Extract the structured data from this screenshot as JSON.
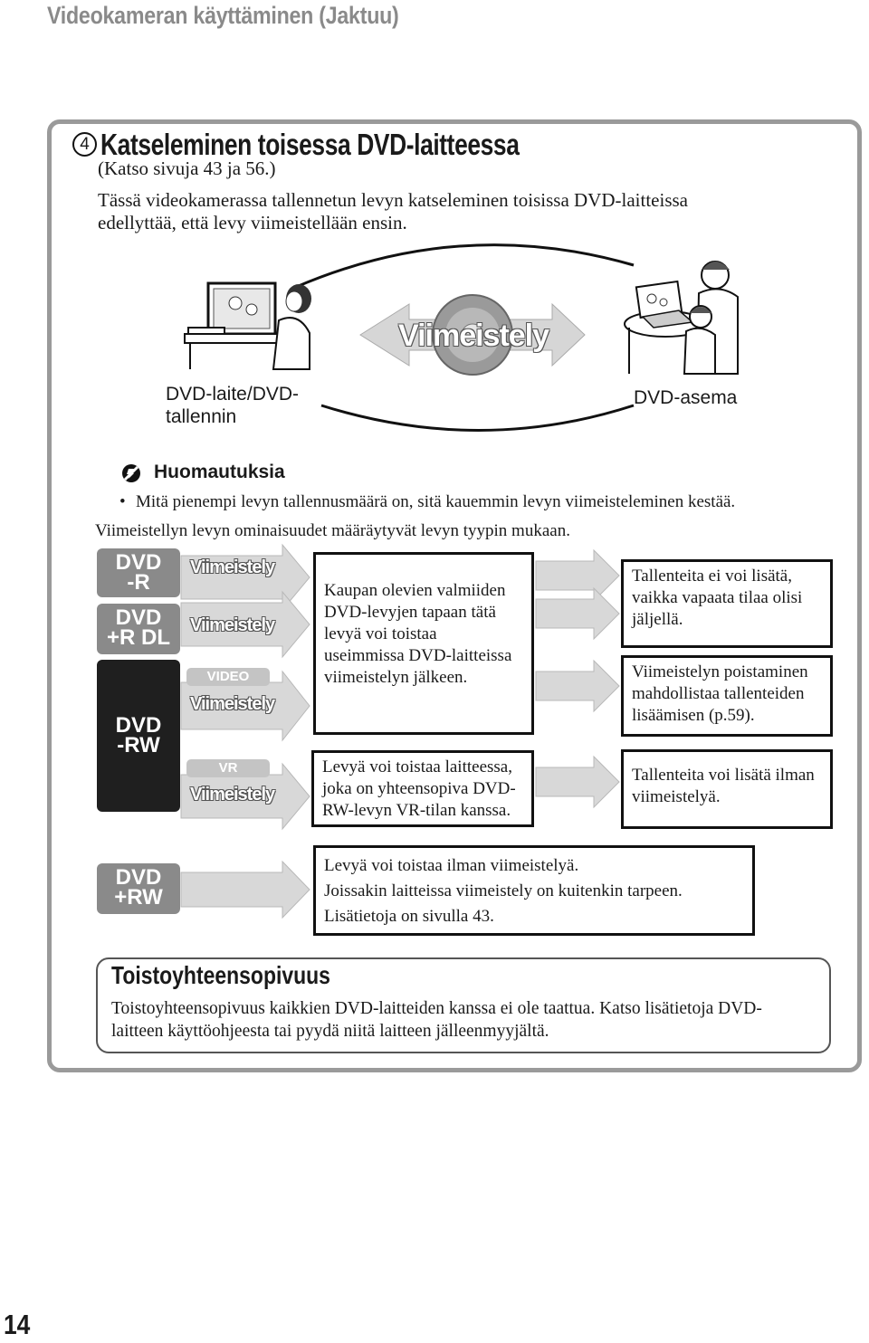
{
  "header": {
    "title": "Videokameran käyttäminen (Jaktuu)"
  },
  "section": {
    "number": "4",
    "title": "Katseleminen toisessa DVD-laitteessa",
    "reference": "(Katso sivuja 43 ja 56.)",
    "intro_line1": "Tässä videokamerassa tallennetun levyn katseleminen toisissa DVD-laitteissa",
    "intro_line2": "edellyttää, että levy viimeistellään ensin."
  },
  "illustration": {
    "finalize_label": "Viimeistely",
    "left_device_line1": "DVD-laite/DVD-",
    "left_device_line2": "tallennin",
    "right_device": "DVD-asema"
  },
  "notes": {
    "heading": "Huomautuksia",
    "bullet": "•",
    "item1": "Mitä pienempi levyn tallennusmäärä on, sitä kauemmin levyn viimeisteleminen kestää."
  },
  "properties_intro": "Viimeistellyn levyn ominaisuudet määräytyvät levyn tyypin mukaan.",
  "discs": {
    "dvd_r": {
      "line1": "DVD",
      "line2": "-R"
    },
    "dvd_r_dl": {
      "line1": "DVD",
      "line2": "+R DL"
    },
    "dvd_rw": {
      "line1": "DVD",
      "line2": "-RW"
    },
    "dvd_plus_rw": {
      "line1": "DVD",
      "line2": "+RW"
    }
  },
  "flow": {
    "finalize": "Viimeistely",
    "mode_video": "VIDEO",
    "mode_vr": "VR",
    "box_playable": [
      "Kaupan olevien valmiiden",
      "DVD-levyjen tapaan tätä",
      "levyä voi toistaa",
      "useimmissa DVD-laitteissa",
      "viimeistelyn jälkeen."
    ],
    "box_vr": [
      "Levyä voi toistaa laitteessa,",
      "joka on yhteensopiva DVD-",
      "RW-levyn VR-tilan kanssa."
    ],
    "box_no_add": [
      "Tallenteita ei voi lisätä,",
      "vaikka vapaata tilaa olisi",
      "jäljellä."
    ],
    "box_unfinalize": [
      "Viimeistelyn poistaminen",
      "mahdollistaa tallenteiden",
      "lisäämisen (p.59)."
    ],
    "box_add_without": [
      "Tallenteita voi lisätä ilman",
      "viimeistelyä."
    ],
    "box_plus_rw": [
      "Levyä voi toistaa ilman viimeistelyä.",
      "Joissakin laitteissa viimeistely on kuitenkin tarpeen.",
      "Lisätietoja on sivulla 43."
    ]
  },
  "compatibility": {
    "title": "Toistoyhteensopivuus",
    "line1": "Toistoyhteensopivuus kaikkien DVD-laitteiden kanssa ei ole taattua. Katso lisätietoja DVD-",
    "line2": "laitteen käyttöohjeesta tai pyydä niitä laitteen jälleenmyyjältä."
  },
  "page_number": "14",
  "colors": {
    "frame_gray": "#9a9a9a",
    "label_gray": "#8a8a8a",
    "arrow_gray": "#d8d8d8",
    "dark": "#1f1f1f"
  },
  "icons": {
    "note": "no-sign-icon",
    "disc": "disc-icon"
  }
}
